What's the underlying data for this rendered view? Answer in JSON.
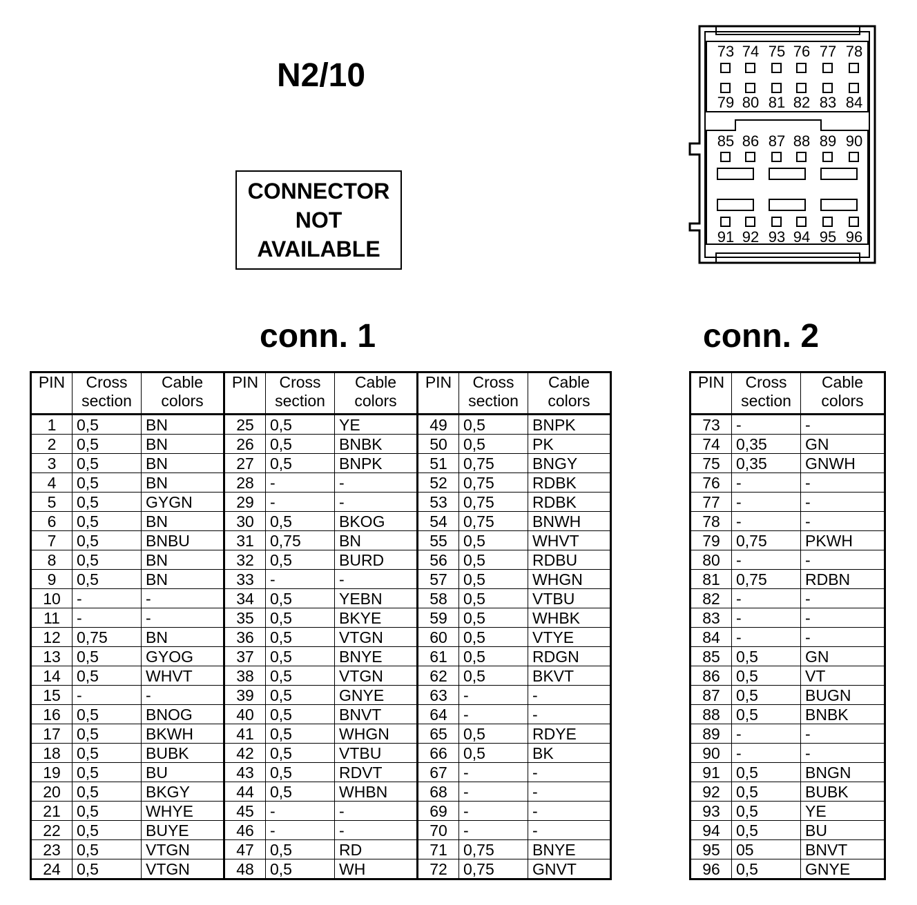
{
  "title": "N2/10",
  "notice": {
    "line1": "CONNECTOR",
    "line2": "NOT",
    "line3": "AVAILABLE"
  },
  "conn1": {
    "label": "conn. 1"
  },
  "conn2": {
    "label": "conn. 2"
  },
  "headers": {
    "pin": "PIN",
    "cross": "Cross section",
    "cable": "Cable colors"
  },
  "connector_diagram": {
    "block1_top": [
      "73",
      "74",
      "75",
      "76",
      "77",
      "78"
    ],
    "block1_bottom": [
      "79",
      "80",
      "81",
      "82",
      "83",
      "84"
    ],
    "block2_top": [
      "85",
      "86",
      "87",
      "88",
      "89",
      "90"
    ],
    "block2_bottom": [
      "91",
      "92",
      "93",
      "94",
      "95",
      "96"
    ]
  },
  "conn1_rows": [
    [
      "1",
      "0,5",
      "BN",
      "25",
      "0,5",
      "YE",
      "49",
      "0,5",
      "BNPK"
    ],
    [
      "2",
      "0,5",
      "BN",
      "26",
      "0,5",
      "BNBK",
      "50",
      "0,5",
      "PK"
    ],
    [
      "3",
      "0,5",
      "BN",
      "27",
      "0,5",
      "BNPK",
      "51",
      "0,75",
      "BNGY"
    ],
    [
      "4",
      "0,5",
      "BN",
      "28",
      "-",
      "-",
      "52",
      "0,75",
      "RDBK"
    ],
    [
      "5",
      "0,5",
      "GYGN",
      "29",
      "-",
      "-",
      "53",
      "0,75",
      "RDBK"
    ],
    [
      "6",
      "0,5",
      "BN",
      "30",
      "0,5",
      "BKOG",
      "54",
      "0,75",
      "BNWH"
    ],
    [
      "7",
      "0,5",
      "BNBU",
      "31",
      "0,75",
      "BN",
      "55",
      "0,5",
      "WHVT"
    ],
    [
      "8",
      "0,5",
      "BN",
      "32",
      "0,5",
      "BURD",
      "56",
      "0,5",
      "RDBU"
    ],
    [
      "9",
      "0,5",
      "BN",
      "33",
      "-",
      "-",
      "57",
      "0,5",
      "WHGN"
    ],
    [
      "10",
      "-",
      "-",
      "34",
      "0,5",
      "YEBN",
      "58",
      "0,5",
      "VTBU"
    ],
    [
      "11",
      "-",
      "-",
      "35",
      "0,5",
      "BKYE",
      "59",
      "0,5",
      "WHBK"
    ],
    [
      "12",
      "0,75",
      "BN",
      "36",
      "0,5",
      "VTGN",
      "60",
      "0,5",
      "VTYE"
    ],
    [
      "13",
      "0,5",
      "GYOG",
      "37",
      "0,5",
      "BNYE",
      "61",
      "0,5",
      "RDGN"
    ],
    [
      "14",
      "0,5",
      "WHVT",
      "38",
      "0,5",
      "VTGN",
      "62",
      "0,5",
      "BKVT"
    ],
    [
      "15",
      "-",
      "-",
      "39",
      "0,5",
      "GNYE",
      "63",
      "-",
      "-"
    ],
    [
      "16",
      "0,5",
      "BNOG",
      "40",
      "0,5",
      "BNVT",
      "64",
      "-",
      "-"
    ],
    [
      "17",
      "0,5",
      "BKWH",
      "41",
      "0,5",
      "WHGN",
      "65",
      "0,5",
      "RDYE"
    ],
    [
      "18",
      "0,5",
      "BUBK",
      "42",
      "0,5",
      "VTBU",
      "66",
      "0,5",
      "BK"
    ],
    [
      "19",
      "0,5",
      "BU",
      "43",
      "0,5",
      "RDVT",
      "67",
      "-",
      "-"
    ],
    [
      "20",
      "0,5",
      "BKGY",
      "44",
      "0,5",
      "WHBN",
      "68",
      "-",
      "-"
    ],
    [
      "21",
      "0,5",
      "WHYE",
      "45",
      "-",
      "-",
      "69",
      "-",
      "-"
    ],
    [
      "22",
      "0,5",
      "BUYE",
      "46",
      "-",
      "-",
      "70",
      "-",
      "-"
    ],
    [
      "23",
      "0,5",
      "VTGN",
      "47",
      "0,5",
      "RD",
      "71",
      "0,75",
      "BNYE"
    ],
    [
      "24",
      "0,5",
      "VTGN",
      "48",
      "0,5",
      "WH",
      "72",
      "0,75",
      "GNVT"
    ]
  ],
  "conn2_rows": [
    [
      "73",
      "-",
      "-"
    ],
    [
      "74",
      "0,35",
      "GN"
    ],
    [
      "75",
      "0,35",
      "GNWH"
    ],
    [
      "76",
      "-",
      "-"
    ],
    [
      "77",
      "-",
      "-"
    ],
    [
      "78",
      "-",
      "-"
    ],
    [
      "79",
      "0,75",
      "PKWH"
    ],
    [
      "80",
      "-",
      "-"
    ],
    [
      "81",
      "0,75",
      "RDBN"
    ],
    [
      "82",
      "-",
      "-"
    ],
    [
      "83",
      "-",
      "-"
    ],
    [
      "84",
      "-",
      "-"
    ],
    [
      "85",
      "0,5",
      "GN"
    ],
    [
      "86",
      "0,5",
      "VT"
    ],
    [
      "87",
      "0,5",
      "BUGN"
    ],
    [
      "88",
      "0,5",
      "BNBK"
    ],
    [
      "89",
      "-",
      "-"
    ],
    [
      "90",
      "-",
      "-"
    ],
    [
      "91",
      "0,5",
      "BNGN"
    ],
    [
      "92",
      "0,5",
      "BUBK"
    ],
    [
      "93",
      "0,5",
      "YE"
    ],
    [
      "94",
      "0,5",
      "BU"
    ],
    [
      "95",
      "05",
      "BNVT"
    ],
    [
      "96",
      "0,5",
      "GNYE"
    ]
  ]
}
